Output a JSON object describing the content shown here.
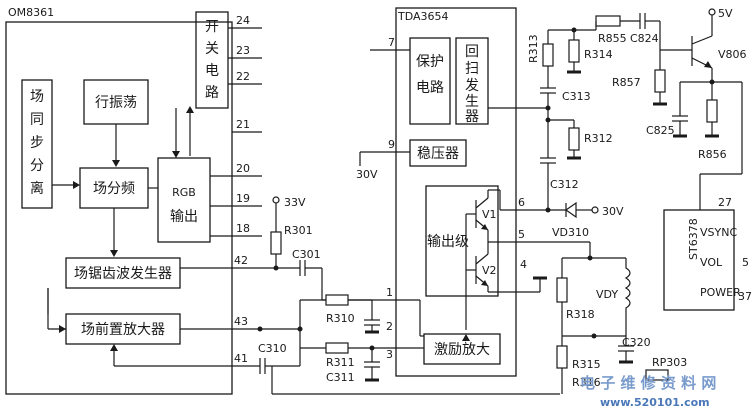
{
  "chips": {
    "om8361": "OM8361",
    "tda3654": "TDA3654",
    "st6378": "ST6378"
  },
  "blocks": {
    "field_sync_sep": [
      "场",
      "同",
      "步",
      "分",
      "离"
    ],
    "line_osc": "行振荡",
    "field_divider": "场分频",
    "switch_circuit": [
      "开",
      "关",
      "电",
      "路"
    ],
    "rgb_label": "RGB",
    "rgb_out": "输出",
    "sawtooth_gen": "场锯齿波发生器",
    "pre_amp": "场前置放大器",
    "protect": [
      "保护",
      "电路"
    ],
    "flyback": [
      "回",
      "扫",
      "发",
      "生",
      "器"
    ],
    "regulator": "稳压器",
    "output_stage": "输出级",
    "driver_amp": "激励放大",
    "v1": "V1",
    "v2": "V2"
  },
  "pins": {
    "om_24": "24",
    "om_23": "23",
    "om_22": "22",
    "om_21": "21",
    "om_20": "20",
    "om_19": "19",
    "om_18": "18",
    "om_42": "42",
    "om_43": "43",
    "om_41": "41",
    "tda_7": "7",
    "tda_9": "9",
    "tda_6": "6",
    "tda_5": "5",
    "tda_4": "4",
    "tda_1": "1",
    "tda_2": "2",
    "tda_3": "3",
    "st_27": "27",
    "st_5": "5",
    "st_37": "37"
  },
  "st6378_labels": {
    "vsync": "VSYNC",
    "vol": "VOL",
    "power": "POWER"
  },
  "components": {
    "r301": "R301",
    "c301": "C301",
    "r310": "R310",
    "r311": "R311",
    "c310": "C310",
    "c311": "C311",
    "r313": "R313",
    "r314": "R314",
    "c313": "C313",
    "r312": "R312",
    "c312": "C312",
    "vd310": "VD310",
    "r318": "R318",
    "vdy": "VDY",
    "c320": "C320",
    "r315": "R315",
    "r316": "R316",
    "rp303": "RP303",
    "r855": "R855",
    "c824": "C824",
    "r857": "R857",
    "c825": "C825",
    "r856": "R856",
    "v806": "V806"
  },
  "supplies": {
    "v33": "33V",
    "v30_reg": "30V",
    "v30_diode": "30V",
    "v5": "5V"
  },
  "watermark": {
    "text": "电 子 维 修 资 料 网",
    "url": "www.520101.com"
  }
}
